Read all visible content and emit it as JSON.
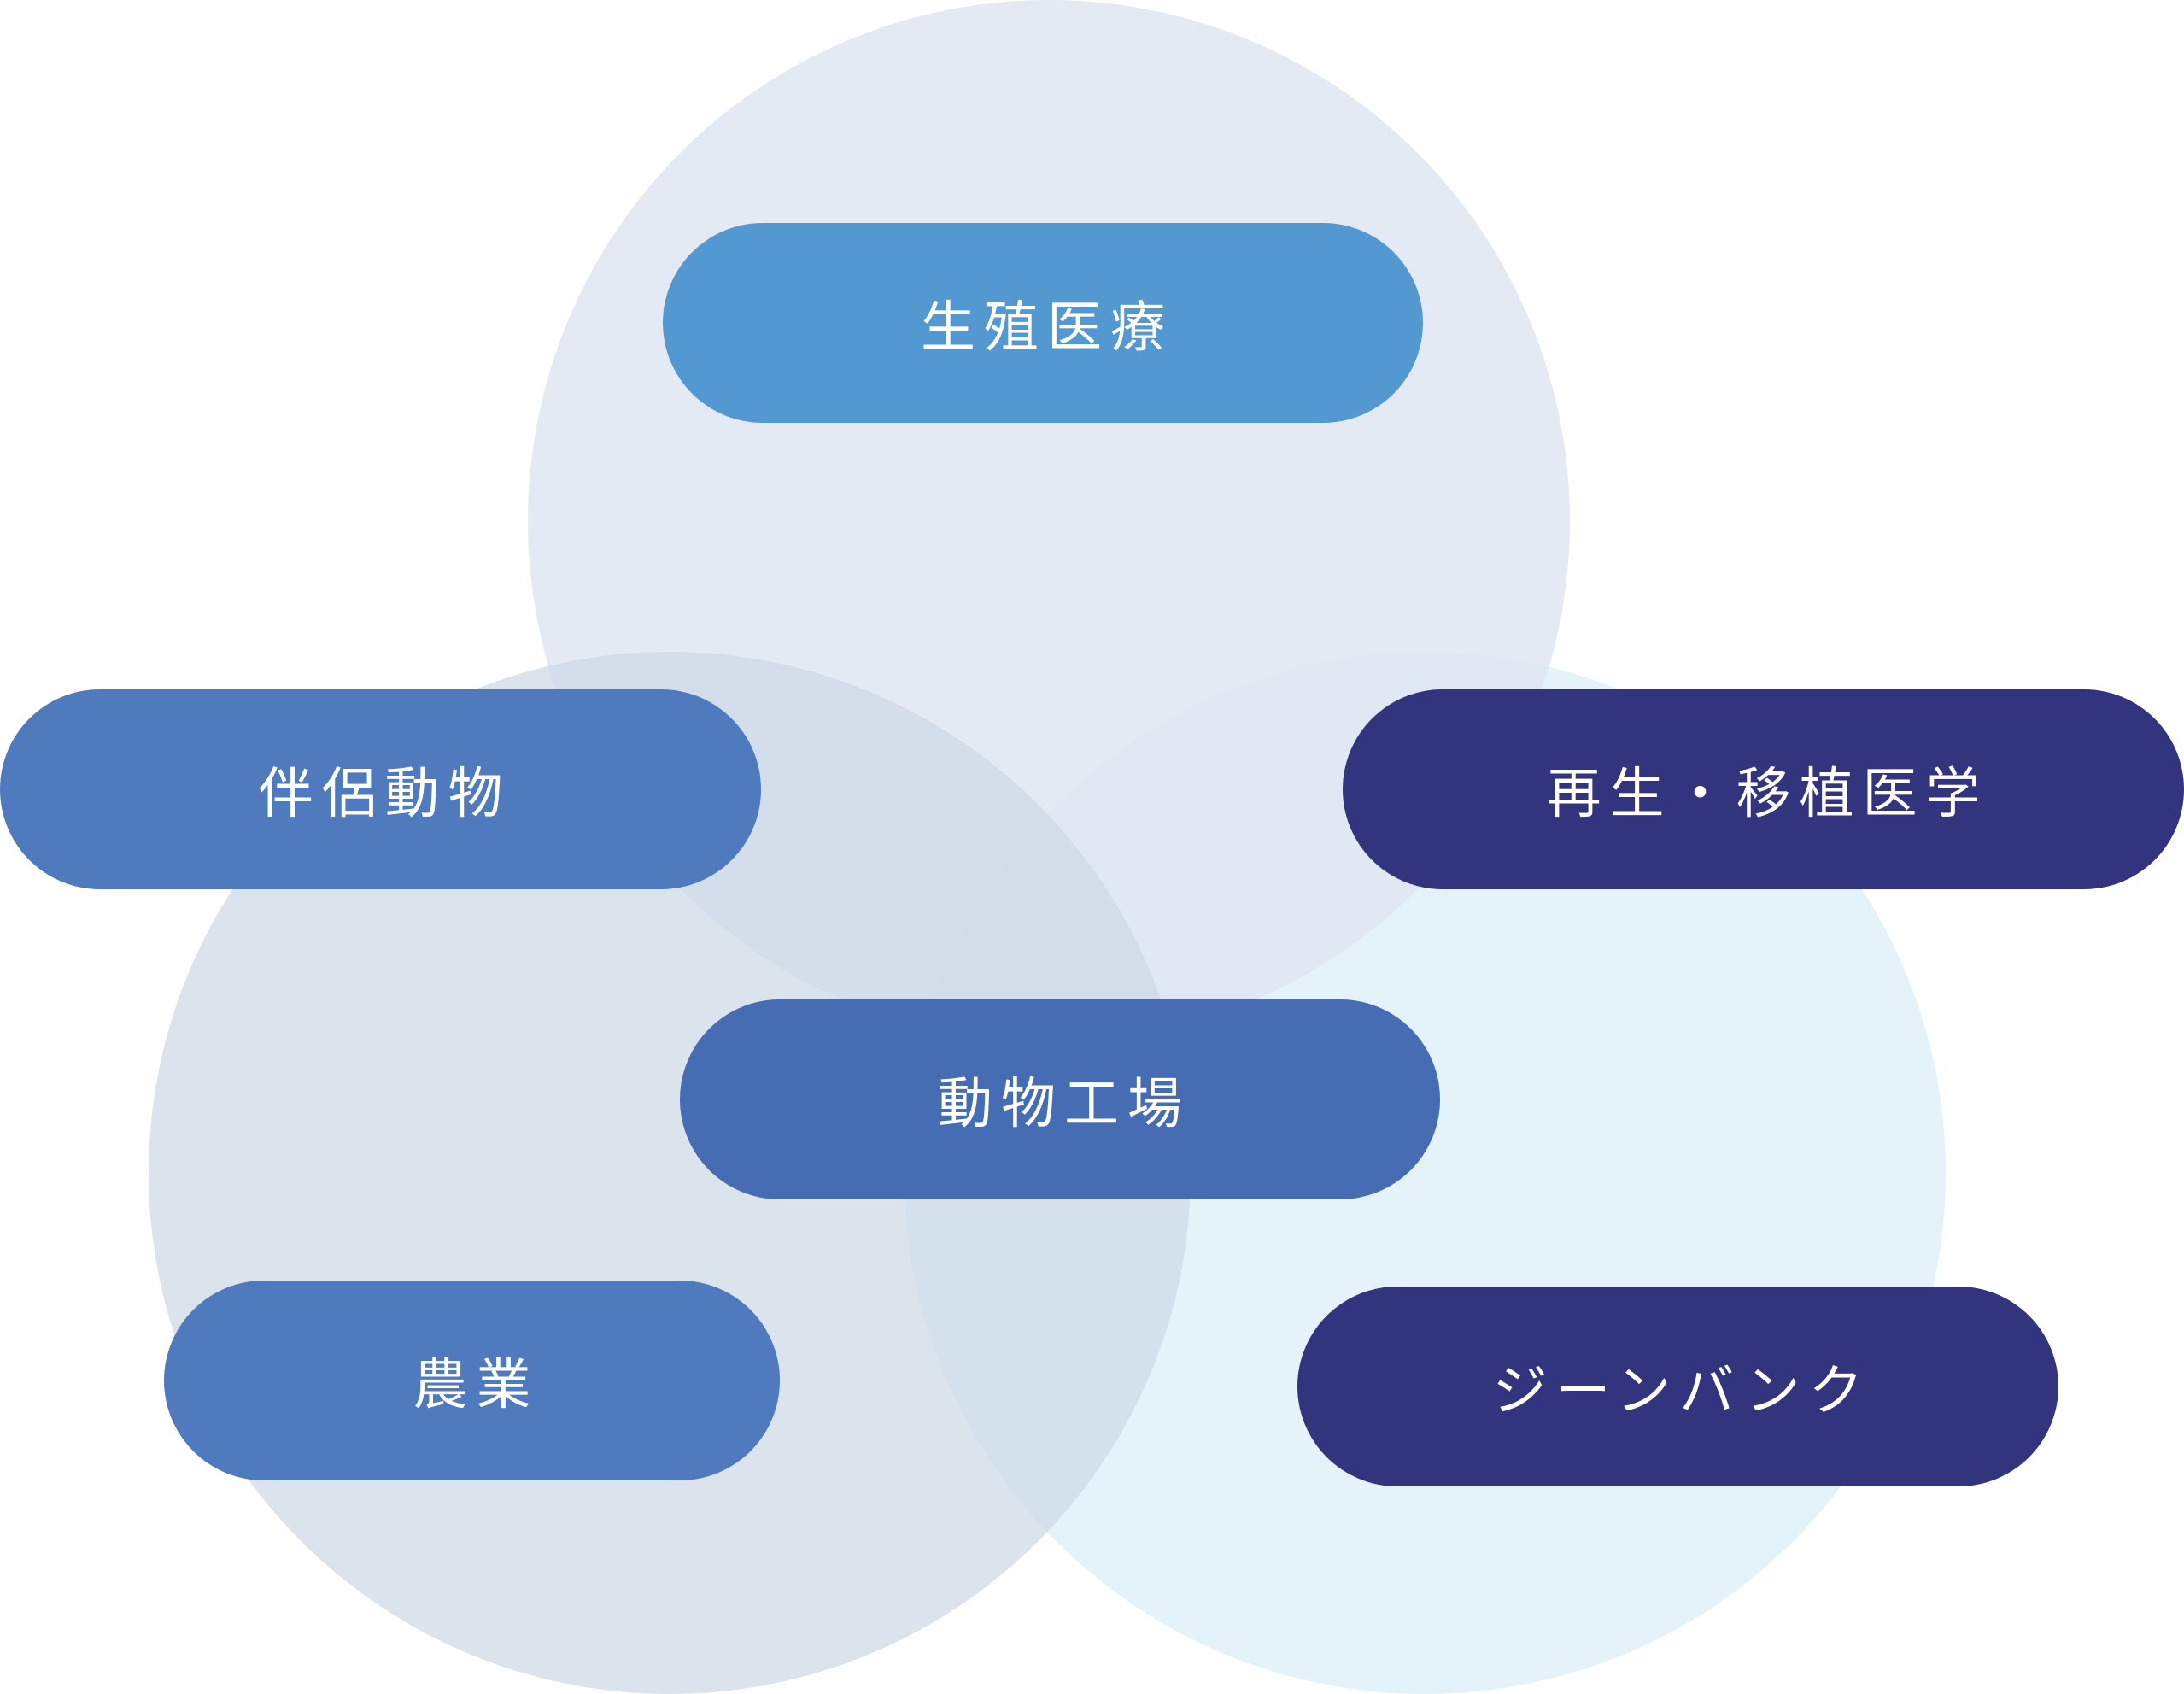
{
  "diagram": {
    "circles": [
      {
        "name": "circle-top",
        "color": "#dfe6f1"
      },
      {
        "name": "circle-left",
        "color": "#cfd9e7"
      },
      {
        "name": "circle-right",
        "color": "#d6ebf7"
      }
    ],
    "pills": [
      {
        "id": "reproductive",
        "label": "生殖医療",
        "color": "#5398d0"
      },
      {
        "id": "companion",
        "label": "伴侶動物",
        "color": "#4f7abe"
      },
      {
        "id": "regen",
        "label": "再生・移植医学",
        "color": "#32357e"
      },
      {
        "id": "factory",
        "label": "動物工場",
        "color": "#466cb3"
      },
      {
        "id": "agri",
        "label": "農業",
        "color": "#4f7abe"
      },
      {
        "id": "genebank",
        "label": "ジーンバンク",
        "color": "#32357e"
      }
    ]
  }
}
